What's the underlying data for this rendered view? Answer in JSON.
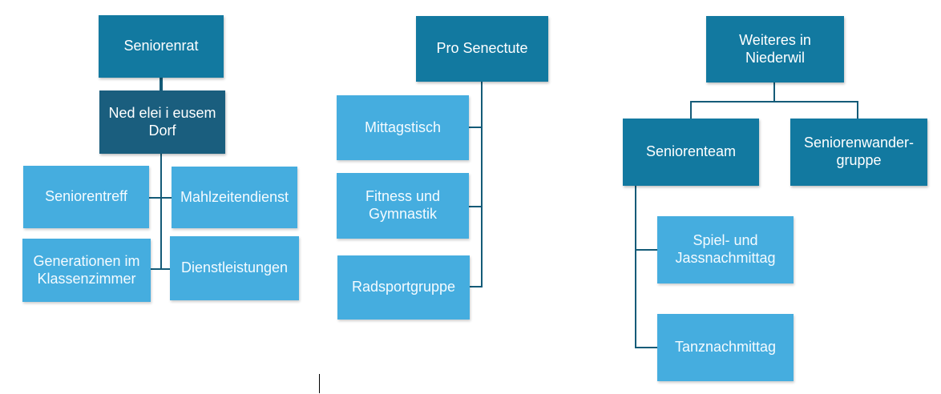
{
  "group1": {
    "root": "Seniorenrat",
    "mid": "Ned elei i eusem Dorf",
    "children": [
      "Seniorentreff",
      "Mahlzeitendienst",
      "Generationen im Klassenzimmer",
      "Dienstleistungen"
    ]
  },
  "group2": {
    "root": "Pro Senectute",
    "children": [
      "Mittagstisch",
      "Fitness und Gymnastik",
      "Radsportgruppe"
    ]
  },
  "group3": {
    "root": "Weiteres in Niederwil",
    "mid": [
      "Seniorenteam",
      "Seniorenwander-gruppe"
    ],
    "children": [
      "Spiel- und Jassnachmittag",
      "Tanznachmittag"
    ]
  },
  "colors": {
    "dark_box": "#1279a0",
    "navy_box": "#1a5e7e",
    "light_box": "#45addf",
    "connector": "#145b78"
  }
}
